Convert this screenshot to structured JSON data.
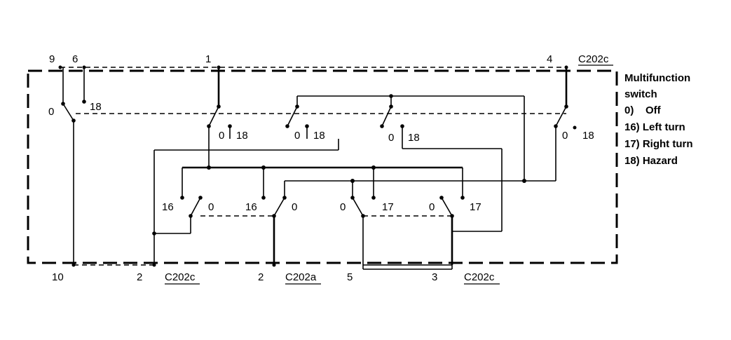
{
  "pins": {
    "top_9": "9",
    "top_6": "6",
    "top_1": "1",
    "top_4": "4",
    "bottom_10": "10",
    "bottom_2a": "2",
    "bottom_2b": "2",
    "bottom_5": "5",
    "bottom_3": "3"
  },
  "connectors": {
    "top_right": "C202c",
    "bottom_left": "C202c",
    "bottom_middle": "C202a",
    "bottom_right": "C202c"
  },
  "switch_positions": {
    "s1_0": "0",
    "s1_18": "18",
    "s2_0": "0",
    "s2_18": "18",
    "s3_0": "0",
    "s3_18": "18",
    "s4_0": "0",
    "s4_18": "18",
    "s5_0": "0",
    "s5_18": "18",
    "s6_16": "16",
    "s6_0": "0",
    "s7_16": "16",
    "s7_0": "0",
    "s8_0": "0",
    "s8_17": "17",
    "s9_0": "0",
    "s9_17": "17"
  },
  "legend": {
    "title_line1": "Multifunction",
    "title_line2": "switch",
    "items": [
      "0)    Off",
      "16) Left turn",
      "17) Right turn",
      "18) Hazard"
    ]
  }
}
